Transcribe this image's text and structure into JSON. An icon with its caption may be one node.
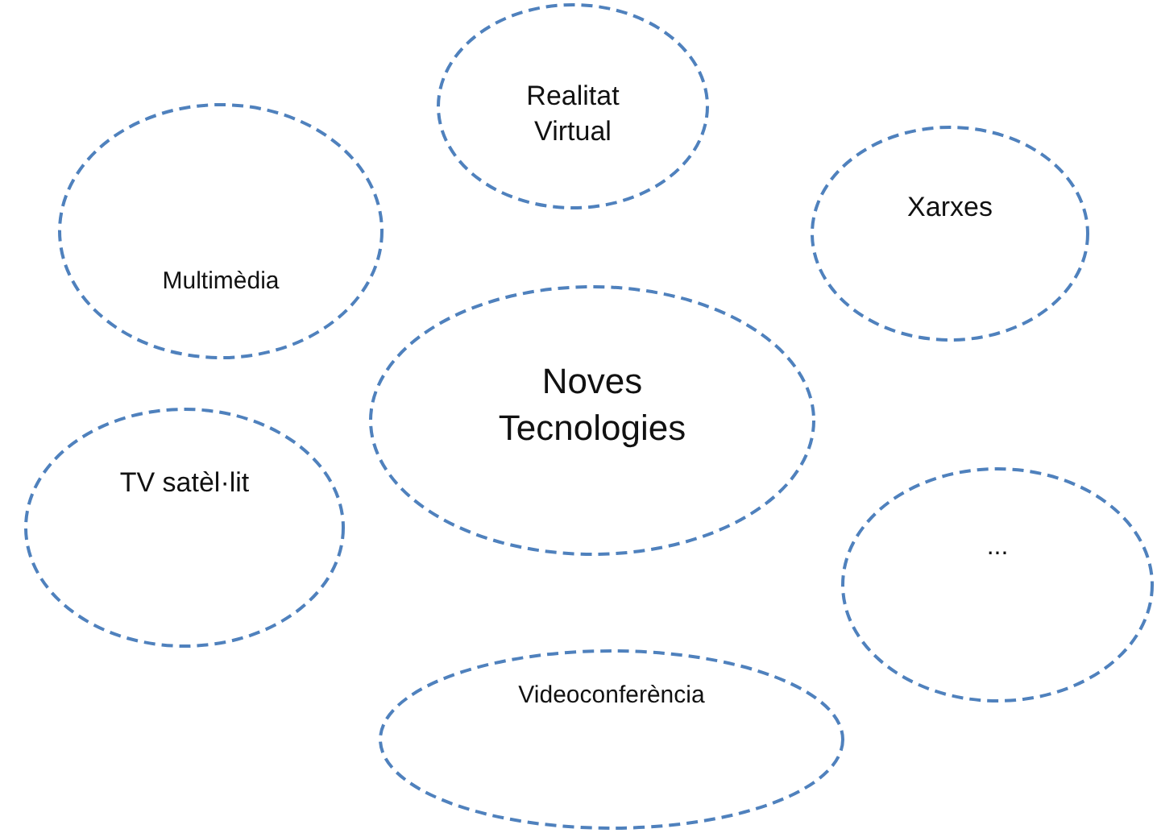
{
  "diagram": {
    "nodes": [
      {
        "text": [
          "Multimèdia"
        ]
      },
      {
        "text": [
          "Realitat Virtual"
        ]
      },
      {
        "text": [
          "Xarxes"
        ]
      },
      {
        "text": [
          "Noves Tecnologies"
        ]
      },
      {
        "text": [
          "TV satèl·lit"
        ]
      },
      {
        "text": [
          "..."
        ]
      },
      {
        "text": [
          "Videoconferència"
        ]
      }
    ]
  }
}
